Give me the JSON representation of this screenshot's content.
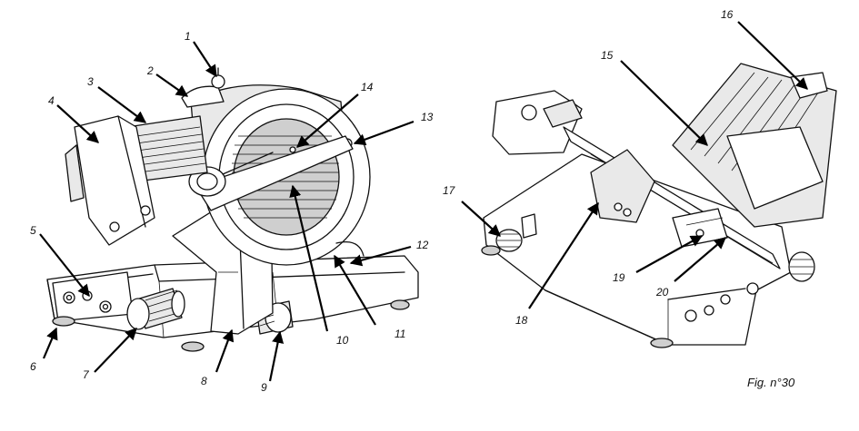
{
  "figure": {
    "caption": "Fig. n°30"
  },
  "callouts": [
    "1",
    "2",
    "3",
    "4",
    "5",
    "6",
    "7",
    "8",
    "9",
    "10",
    "11",
    "12",
    "13",
    "14",
    "15",
    "16",
    "17",
    "18",
    "19",
    "20"
  ]
}
